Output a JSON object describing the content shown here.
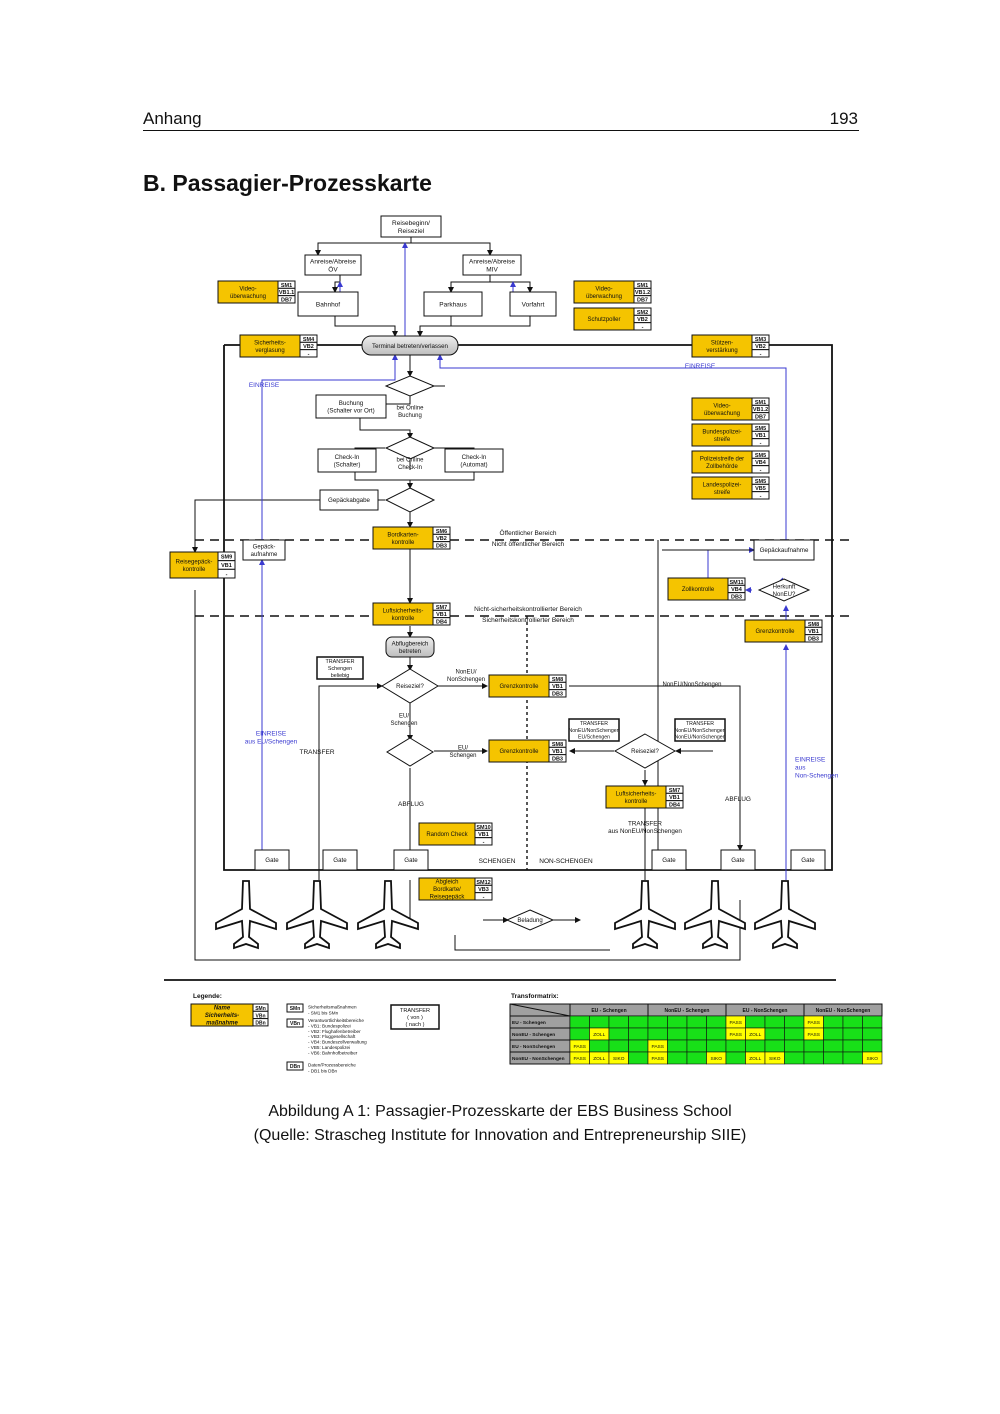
{
  "header": {
    "chapter": "Anhang",
    "page_number": "193"
  },
  "section_title": "B. Passagier-Prozesskarte",
  "diagram": {
    "top_boxes": {
      "reisebeginn": [
        "Reisebeginn/",
        "Reiseziel"
      ],
      "anreise_oev": [
        "Anreise/Abreise",
        "ÖV"
      ],
      "anreise_miv": [
        "Anreise/Abreise",
        "MIV"
      ],
      "bahnhof": "Bahnhof",
      "parkhaus": "Parkhaus",
      "vorfahrt": "Vorfahrt"
    },
    "terminal": "Terminal betreten/verlassen",
    "measures": [
      {
        "id": "m_video1",
        "name": [
          "Video-",
          "überwachung"
        ],
        "codes": [
          "SM1",
          "VB1.1",
          "DB7"
        ]
      },
      {
        "id": "m_video2",
        "name": [
          "Video-",
          "überwachung"
        ],
        "codes": [
          "SM1",
          "VB1.2",
          "DB7"
        ]
      },
      {
        "id": "m_schutz",
        "name": [
          "Schutzpoller"
        ],
        "codes": [
          "SM2",
          "VB2",
          "-"
        ]
      },
      {
        "id": "m_sicherheit",
        "name": [
          "Sicherheits-",
          "verglasung"
        ],
        "codes": [
          "SM4",
          "VB2",
          "-"
        ]
      },
      {
        "id": "m_stuetzen",
        "name": [
          "Stützen-",
          "verstärkung"
        ],
        "codes": [
          "SM3",
          "VB2",
          "-"
        ]
      },
      {
        "id": "m_video3",
        "name": [
          "Video-",
          "überwachung"
        ],
        "codes": [
          "SM1",
          "VB1.2",
          "DB7"
        ]
      },
      {
        "id": "m_bundespol",
        "name": [
          "Bundespolizei-",
          "streife"
        ],
        "codes": [
          "SM5",
          "VB1",
          "-"
        ]
      },
      {
        "id": "m_polzoll",
        "name": [
          "Polizeistreife der",
          "Zollbehörde"
        ],
        "codes": [
          "SM5",
          "VB4",
          "-"
        ]
      },
      {
        "id": "m_landespol",
        "name": [
          "Landespolizei-",
          "streife"
        ],
        "codes": [
          "SM5",
          "VB5",
          "-"
        ]
      },
      {
        "id": "m_bordkarten",
        "name": [
          "Bordkarten-",
          "kontrolle"
        ],
        "codes": [
          "SM6",
          "VB2",
          "DB3"
        ]
      },
      {
        "id": "m_reisegepaeck",
        "name": [
          "Reisegepäck-",
          "kontrolle"
        ],
        "codes": [
          "SM9",
          "VB1",
          "-"
        ]
      },
      {
        "id": "m_luftsich1",
        "name": [
          "Luftsicherheits-",
          "kontrolle"
        ],
        "codes": [
          "SM7",
          "VB1",
          "DB4"
        ]
      },
      {
        "id": "m_grenz1",
        "name": [
          "Grenzkontrolle"
        ],
        "codes": [
          "SM8",
          "VB1",
          "DB3"
        ]
      },
      {
        "id": "m_grenz2",
        "name": [
          "Grenzkontrolle"
        ],
        "codes": [
          "SM8",
          "VB1",
          "DB3"
        ]
      },
      {
        "id": "m_zoll",
        "name": [
          "Zollkontrolle"
        ],
        "codes": [
          "SM11",
          "VB4",
          "DB3"
        ]
      },
      {
        "id": "m_grenz3",
        "name": [
          "Grenzkontrolle"
        ],
        "codes": [
          "SM8",
          "VB1",
          "DB3"
        ]
      },
      {
        "id": "m_luftsich2",
        "name": [
          "Luftsicherheits-",
          "kontrolle"
        ],
        "codes": [
          "SM7",
          "VB1",
          "DB4"
        ]
      },
      {
        "id": "m_random",
        "name": [
          "Random Check"
        ],
        "codes": [
          "SM10",
          "VB1",
          "-"
        ]
      },
      {
        "id": "m_abgleich",
        "name": [
          "Abgleich",
          "Bordkarte/",
          "Reisegepäck"
        ],
        "codes": [
          "SM12",
          "VB3",
          "-"
        ]
      }
    ],
    "process_boxes": {
      "buchung": [
        "Buchung",
        "(Schalter vor Ort)"
      ],
      "checkin_schalter": [
        "Check-In",
        "(Schalter)"
      ],
      "checkin_automat": [
        "Check-In",
        "(Automat)"
      ],
      "gepaeckabgabe": "Gepäckabgabe",
      "gepaeckaufnahme_left": [
        "Gepäck-",
        "aufnahme"
      ],
      "gepaeckaufnahme_right": "Gepäckaufnahme",
      "abflugbereich": [
        "Abflugbereich",
        "betreten"
      ],
      "transfer1": [
        "TRANSFER",
        "Schengen",
        "beliebig"
      ],
      "transfer2": [
        "TRANSFER",
        "NonEU/NonSchengen",
        "EU/Schengen"
      ],
      "transfer3": [
        "TRANSFER",
        "NonEU/NonSchengen",
        "NonEU/NonSchengen"
      ]
    },
    "decisions": {
      "reiseziel1": "Reiseziel?",
      "reiseziel2": "Reiseziel?",
      "herkunft": [
        "Herkunft",
        "NonEU?"
      ],
      "beladung": "Beladung"
    },
    "labels": {
      "einreise_left": "EINREISE",
      "einreise_top": "EINREISE",
      "online_buchung": [
        "bei Online",
        "Buchung"
      ],
      "online_checkin": [
        "bei Online",
        "Check-In"
      ],
      "oeffentlich": "Öffentlicher Bereich",
      "nicht_oeffentlich": "Nicht öffentlicher Bereich",
      "nicht_sicherheit": "Nicht-sicherheitskontrollierter Bereich",
      "sicherheit": "Sicherheitskontrollierter Bereich",
      "noneu_nonschengen1": [
        "NonEU/",
        "NonSchengen"
      ],
      "noneu_nonschengen2": "NonEU/NonSchengen",
      "eu_schengen1": [
        "EU/",
        "Schengen"
      ],
      "eu_schengen2": [
        "EU/",
        "Schengen"
      ],
      "einreise_eu": [
        "EINREISE",
        "aus EU/Schengen"
      ],
      "einreise_non": [
        "EINREISE",
        "aus",
        "Non-Schengen"
      ],
      "transfer_left": "TRANSFER",
      "transfer_aus": [
        "TRANSFER",
        "aus NonEU/NonSchengen"
      ],
      "abflug_left": "ABFLUG",
      "abflug_right": "ABFLUG",
      "schengen": "SCHENGEN",
      "non_schengen": "NON-SCHENGEN",
      "gate": "Gate"
    }
  },
  "legend": {
    "title": "Legende:",
    "sample_name": [
      "Name",
      "Sicherheits-",
      "maßnahme"
    ],
    "sample_codes": [
      "SMn",
      "VBn",
      "DBn"
    ],
    "sm_desc": [
      "Sicherheitsmaßnahmen",
      "- SM1 bis SMn"
    ],
    "vb_desc": [
      "Verantwortlichkeitsbereiche",
      "- VB1: Bundespolizei",
      "- VB2: Flughafenbetreiber",
      "- VB3: Fluggesellschaft",
      "- VB4: Bundeszollverwaltung",
      "- VB5: Landespolizei",
      "- VB6: Bahnhofbetreiber"
    ],
    "db_desc": [
      "Daten/Prozessbereiche",
      "- DB1 bis DBn"
    ],
    "transfer_box": [
      "TRANSFER",
      "( von )",
      "( nach )"
    ]
  },
  "transformatrix": {
    "title": "Transformatrix:",
    "columns": [
      "EU - Schengen",
      "NonEU - Schengen",
      "EU - NonSchengen",
      "NonEU - NonSchengen"
    ],
    "rows": [
      {
        "label": "EU - Schengen",
        "cells": [
          "",
          "",
          "",
          "",
          "",
          "",
          "",
          "",
          "PASS",
          "",
          "",
          "",
          "PASS",
          "",
          "",
          ""
        ]
      },
      {
        "label": "NonEU - Schengen",
        "cells": [
          "",
          "ZOLL",
          "",
          "",
          "",
          "",
          "",
          "",
          "PASS",
          "ZOLL",
          "",
          "",
          "PASS",
          "",
          "",
          ""
        ]
      },
      {
        "label": "EU - NonSchengen",
        "cells": [
          "PASS",
          "",
          "",
          "",
          "PASS",
          "",
          "",
          "",
          "",
          "",
          "",
          "",
          "",
          "",
          "",
          ""
        ]
      },
      {
        "label": "NonEU - NonSchengen",
        "cells": [
          "PASS",
          "ZOLL",
          "SIKO",
          "",
          "PASS",
          "",
          "",
          "SIKO",
          "",
          "ZOLL",
          "SIKO",
          "",
          "",
          "",
          "",
          "SIKO"
        ]
      }
    ]
  },
  "caption": {
    "line1": "Abbildung A 1: Passagier-Prozesskarte der EBS Business School",
    "line2": "(Quelle: Strascheg Institute for Innovation and Entrepreneurship SIIE)"
  },
  "colors": {
    "measure": "#f5c400",
    "matrix_green": "#18e018",
    "matrix_yellow": "#ffff00",
    "arrow_blue": "#3a3ad0"
  }
}
